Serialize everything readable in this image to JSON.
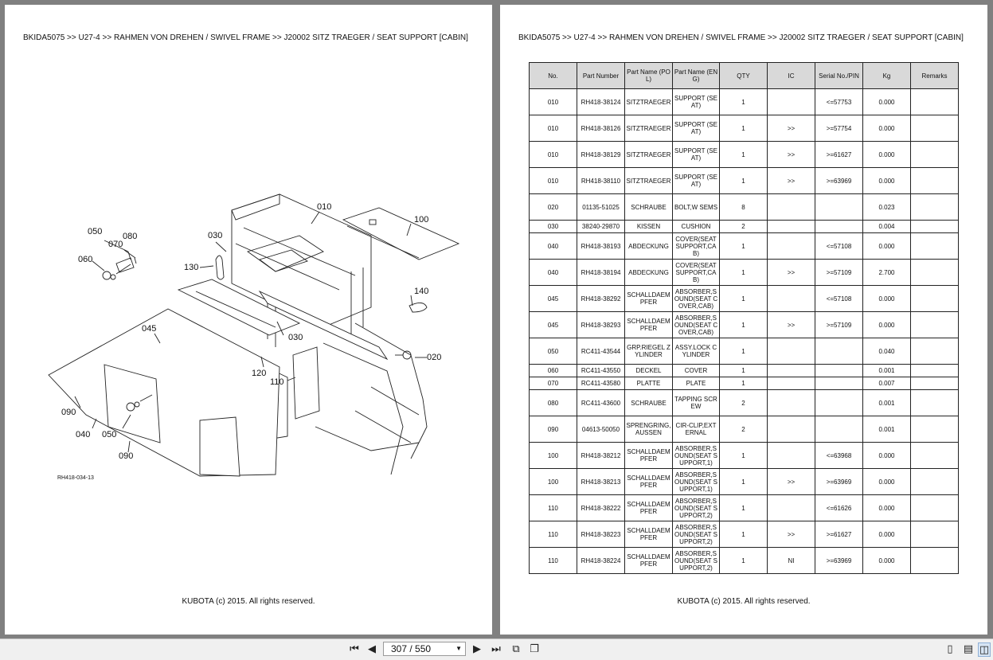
{
  "breadcrumb": "BKIDA5075 >> U27-4 >> RAHMEN VON DREHEN / SWIVEL FRAME >> J20002   SITZ TRAEGER / SEAT SUPPORT [CABIN]",
  "footer": "KUBOTA (c) 2015. All rights reserved.",
  "diagram": {
    "ref_code": "RH418-034-13",
    "callouts": [
      "010",
      "100",
      "050",
      "080",
      "070",
      "060",
      "030",
      "130",
      "140",
      "045",
      "030",
      "020",
      "120",
      "110",
      "090",
      "040",
      "050",
      "090"
    ]
  },
  "table": {
    "headers": [
      "No.",
      "Part Number",
      "Part Name (POL)",
      "Part Name (ENG)",
      "QTY",
      "IC",
      "Serial No./PIN",
      "Kg",
      "Remarks"
    ],
    "rows": [
      {
        "no": "010",
        "part": "RH418-38124",
        "pol": "SITZTRAEGER",
        "eng": "SUPPORT (SEAT)",
        "qty": "1",
        "ic": "",
        "serial": "<=57753",
        "kg": "0.000",
        "remarks": ""
      },
      {
        "no": "010",
        "part": "RH418-38126",
        "pol": "SITZTRAEGER",
        "eng": "SUPPORT (SEAT)",
        "qty": "1",
        "ic": ">>",
        "serial": ">=57754",
        "kg": "0.000",
        "remarks": ""
      },
      {
        "no": "010",
        "part": "RH418-38129",
        "pol": "SITZTRAEGER",
        "eng": "SUPPORT (SEAT)",
        "qty": "1",
        "ic": ">>",
        "serial": ">=61627",
        "kg": "0.000",
        "remarks": ""
      },
      {
        "no": "010",
        "part": "RH418-38110",
        "pol": "SITZTRAEGER",
        "eng": "SUPPORT (SEAT)",
        "qty": "1",
        "ic": ">>",
        "serial": ">=63969",
        "kg": "0.000",
        "remarks": ""
      },
      {
        "no": "020",
        "part": "01135-51025",
        "pol": "SCHRAUBE",
        "eng": "BOLT,W SEMS",
        "qty": "8",
        "ic": "",
        "serial": "",
        "kg": "0.023",
        "remarks": ""
      },
      {
        "no": "030",
        "part": "38240-29870",
        "pol": "KISSEN",
        "eng": "CUSHION",
        "qty": "2",
        "ic": "",
        "serial": "",
        "kg": "0.004",
        "remarks": ""
      },
      {
        "no": "040",
        "part": "RH418-38193",
        "pol": "ABDECKUNG",
        "eng": "COVER(SEAT SUPPORT,CAB)",
        "qty": "1",
        "ic": "",
        "serial": "<=57108",
        "kg": "0.000",
        "remarks": ""
      },
      {
        "no": "040",
        "part": "RH418-38194",
        "pol": "ABDECKUNG",
        "eng": "COVER(SEAT SUPPORT,CAB)",
        "qty": "1",
        "ic": ">>",
        "serial": ">=57109",
        "kg": "2.700",
        "remarks": ""
      },
      {
        "no": "045",
        "part": "RH418-38292",
        "pol": "SCHALLDAEMPFER",
        "eng": "ABSORBER,SOUND(SEAT COVER,CAB)",
        "qty": "1",
        "ic": "",
        "serial": "<=57108",
        "kg": "0.000",
        "remarks": ""
      },
      {
        "no": "045",
        "part": "RH418-38293",
        "pol": "SCHALLDAEMPFER",
        "eng": "ABSORBER,SOUND(SEAT COVER,CAB)",
        "qty": "1",
        "ic": ">>",
        "serial": ">=57109",
        "kg": "0.000",
        "remarks": ""
      },
      {
        "no": "050",
        "part": "RC411-43544",
        "pol": "GRP.RIEGEL ZYLINDER",
        "eng": "ASSY.LOCK CYLINDER",
        "qty": "1",
        "ic": "",
        "serial": "",
        "kg": "0.040",
        "remarks": ""
      },
      {
        "no": "060",
        "part": "RC411-43550",
        "pol": "DECKEL",
        "eng": "COVER",
        "qty": "1",
        "ic": "",
        "serial": "",
        "kg": "0.001",
        "remarks": ""
      },
      {
        "no": "070",
        "part": "RC411-43580",
        "pol": "PLATTE",
        "eng": "PLATE",
        "qty": "1",
        "ic": "",
        "serial": "",
        "kg": "0.007",
        "remarks": ""
      },
      {
        "no": "080",
        "part": "RC411-43600",
        "pol": "SCHRAUBE",
        "eng": "TAPPING SCREW",
        "qty": "2",
        "ic": "",
        "serial": "",
        "kg": "0.001",
        "remarks": ""
      },
      {
        "no": "090",
        "part": "04613-50050",
        "pol": "SPRENGRING,AUSSEN",
        "eng": "CIR-CLIP,EXTERNAL",
        "qty": "2",
        "ic": "",
        "serial": "",
        "kg": "0.001",
        "remarks": ""
      },
      {
        "no": "100",
        "part": "RH418-38212",
        "pol": "SCHALLDAEMPFER",
        "eng": "ABSORBER,SOUND(SEAT SUPPORT,1)",
        "qty": "1",
        "ic": "",
        "serial": "<=63968",
        "kg": "0.000",
        "remarks": ""
      },
      {
        "no": "100",
        "part": "RH418-38213",
        "pol": "SCHALLDAEMPFER",
        "eng": "ABSORBER,SOUND(SEAT SUPPORT,1)",
        "qty": "1",
        "ic": ">>",
        "serial": ">=63969",
        "kg": "0.000",
        "remarks": ""
      },
      {
        "no": "110",
        "part": "RH418-38222",
        "pol": "SCHALLDAEMPFER",
        "eng": "ABSORBER,SOUND(SEAT SUPPORT,2)",
        "qty": "1",
        "ic": "",
        "serial": "<=61626",
        "kg": "0.000",
        "remarks": ""
      },
      {
        "no": "110",
        "part": "RH418-38223",
        "pol": "SCHALLDAEMPFER",
        "eng": "ABSORBER,SOUND(SEAT SUPPORT,2)",
        "qty": "1",
        "ic": ">>",
        "serial": ">=61627",
        "kg": "0.000",
        "remarks": ""
      },
      {
        "no": "110",
        "part": "RH418-38224",
        "pol": "SCHALLDAEMPFER",
        "eng": "ABSORBER,SOUND(SEAT SUPPORT,2)",
        "qty": "1",
        "ic": "NI",
        "serial": ">=63969",
        "kg": "0.000",
        "remarks": ""
      }
    ]
  },
  "toolbar": {
    "page_indicator": "307 / 550",
    "icons": [
      "first-page-icon",
      "prev-page-icon",
      "next-page-icon",
      "last-page-icon",
      "fit-page-icon",
      "fit-width-icon",
      "single-page-view-icon",
      "continuous-view-icon",
      "two-page-view-icon"
    ]
  }
}
